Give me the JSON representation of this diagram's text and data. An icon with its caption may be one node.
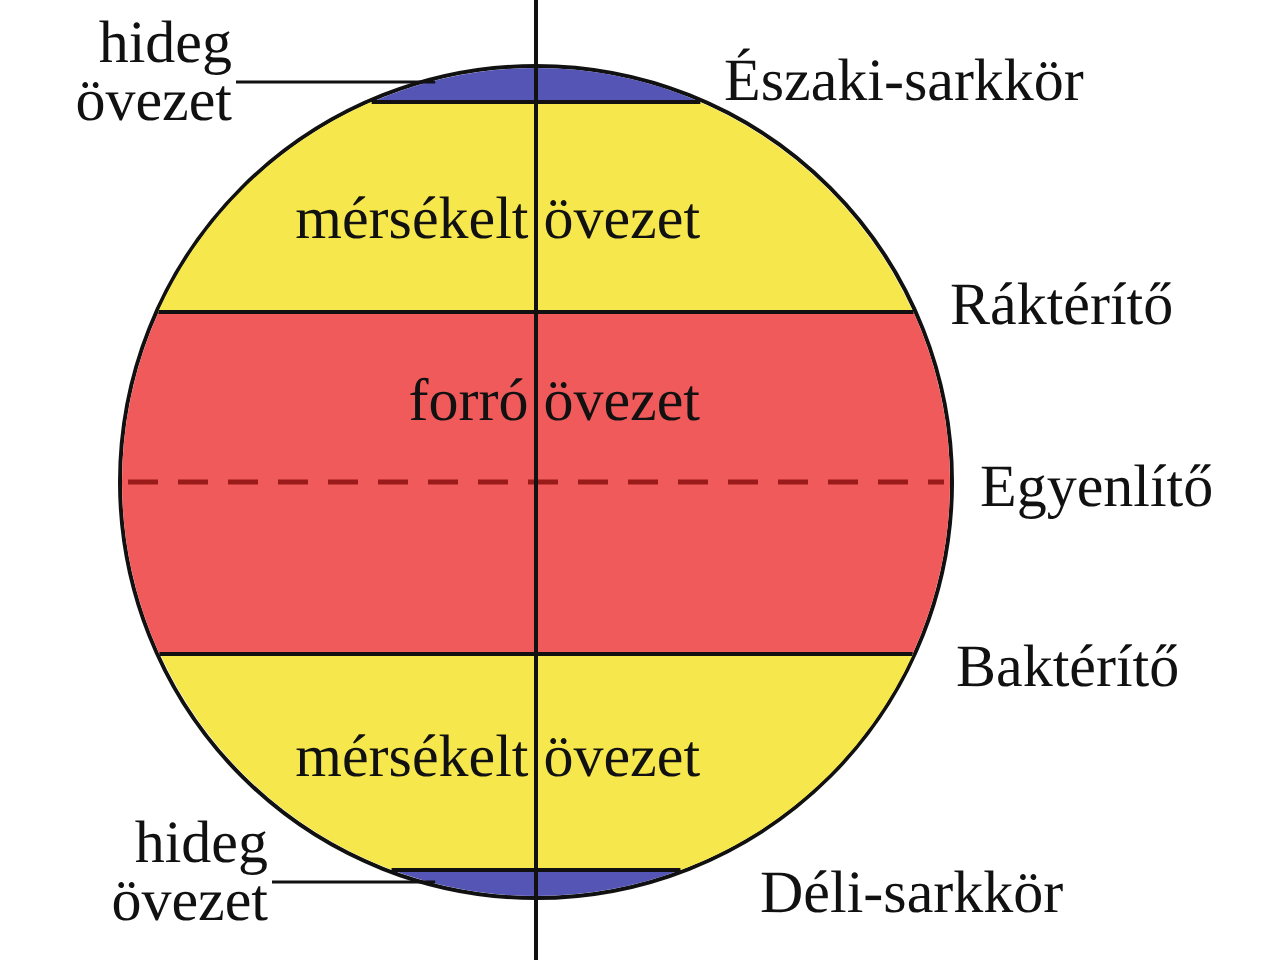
{
  "diagram": {
    "nodes": [
      {
        "text": [
          "hideg övezet"
        ]
      },
      {
        "text": [],
        "shape": "circle"
      },
      {
        "text": [],
        "shape": "band",
        "in": 1
      },
      {
        "text": [
          "mérsékelt övezet"
        ],
        "in": 1
      },
      {
        "text": [
          "forró övezet"
        ],
        "in": 1
      },
      {
        "text": [
          "mérsékelt övezet"
        ],
        "in": 1
      },
      {
        "text": [],
        "shape": "band",
        "in": 1
      },
      {
        "text": [
          "hideg övezet"
        ]
      }
    ],
    "edges": [
      {
        "from": 0,
        "to": 2,
        "arrow": "none"
      },
      {
        "from": 7,
        "to": 6,
        "arrow": "none"
      }
    ],
    "labels": [
      "Északi-sarkkör",
      "Ráktérítő",
      "Egyenlítő",
      "Baktérítő",
      "Déli-sarkkör"
    ]
  }
}
